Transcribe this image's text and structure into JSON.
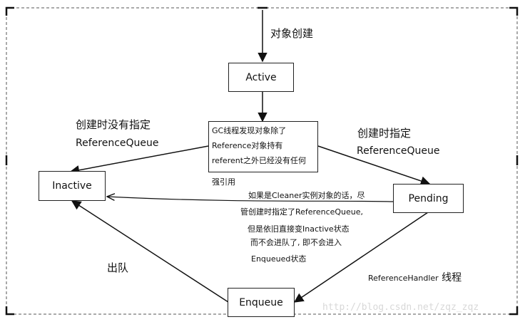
{
  "nodes": {
    "active": "Active",
    "inactive": "Inactive",
    "pending": "Pending",
    "enqueue": "Enqueue"
  },
  "gc_box": {
    "lines": [
      "GC线程发现对象除了",
      "Reference对象持有",
      "referent之外已经没有任何",
      "强引用"
    ]
  },
  "labels": {
    "create_object": "对象创建",
    "no_queue_line1": "创建时没有指定",
    "no_queue_line2": "ReferenceQueue",
    "with_queue_line1": "创建时指定",
    "with_queue_line2": "ReferenceQueue",
    "dequeue": "出队",
    "handler_name": "ReferenceHandler",
    "handler_suffix": "线程"
  },
  "cleaner_note": {
    "lines": [
      "如果是Cleaner实例对象的话，尽",
      "管创建时指定了ReferenceQueue,",
      "但是依旧直接变Inactive状态",
      "而不会进队了, 即不会进入",
      "Enqueued状态"
    ]
  },
  "watermark": "http://blog.csdn.net/zqz_zqz"
}
